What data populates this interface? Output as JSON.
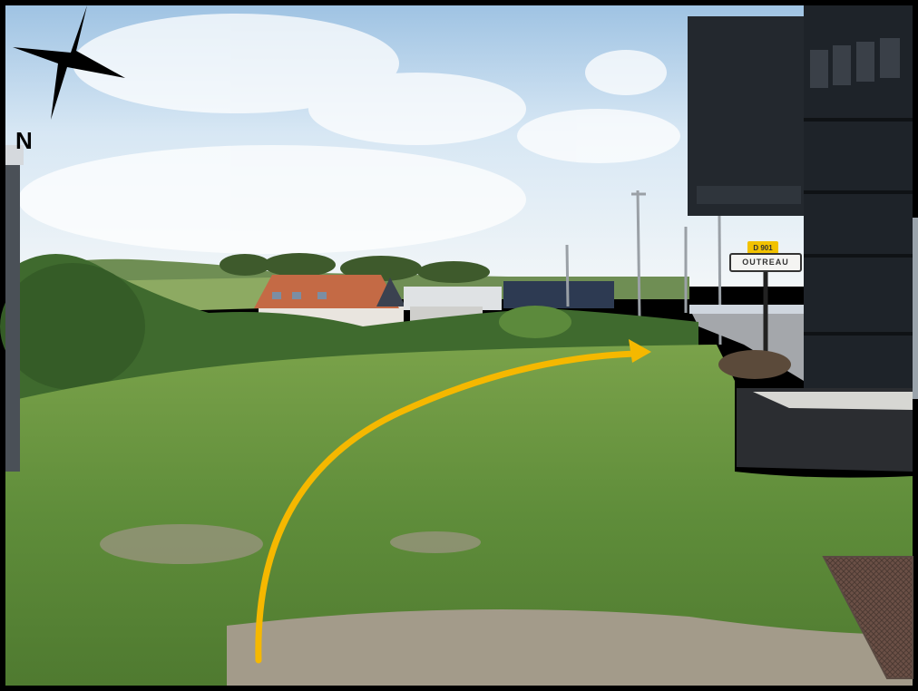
{
  "compass": {
    "label": "N",
    "icon": "compass-star-icon"
  },
  "road_sign": {
    "road_code": "D 901",
    "town": "OUTREAU"
  },
  "path_arrow": {
    "color": "#f5b800"
  },
  "colors": {
    "frame": "#000000",
    "sky": "#dbe9f5",
    "grass": "#5f8d3a",
    "pylon": "#1e2329",
    "arrow": "#f5b800"
  }
}
